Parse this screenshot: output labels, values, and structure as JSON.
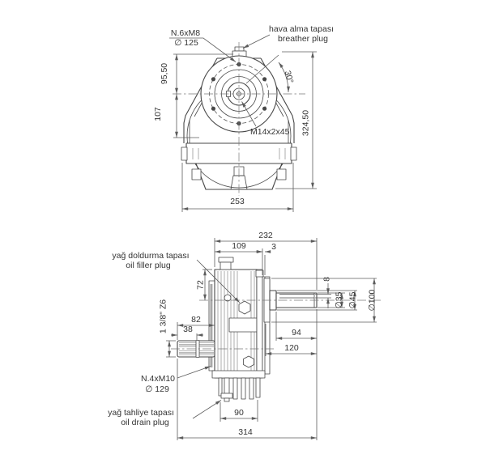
{
  "front": {
    "bolt_note1": "N.6xM8",
    "bolt_note2": "∅ 125",
    "breather_tr": "hava alma tapası",
    "breather_en": "breather plug",
    "angle": "30°",
    "thread": "M14x2x45",
    "dim_top": "95,50",
    "dim_mid": "107",
    "dim_height": "324,50",
    "dim_width": "253"
  },
  "side": {
    "filler_tr": "yağ doldurma tapası",
    "filler_en": "oil filler plug",
    "drain_tr": "yağ tahliye tapası",
    "drain_en": "oil drain plug",
    "bolt_note1": "N.4xM10",
    "bolt_note2": "∅ 129",
    "spline": "1 3/8\" Z6",
    "dim_232": "232",
    "dim_109": "109",
    "dim_3": "3",
    "dim_72": "72",
    "dim_82": "82",
    "dim_38": "38",
    "dim_94": "94",
    "dim_120": "120",
    "dim_90": "90",
    "dim_314": "314",
    "dim_8": "8",
    "dia_35": "∅35",
    "dia_45": "∅45",
    "dia_100": "∅100"
  },
  "colors": {
    "line": "#474747",
    "dim_line": "#5c5c5c",
    "text": "#343434",
    "background": "#ffffff"
  }
}
